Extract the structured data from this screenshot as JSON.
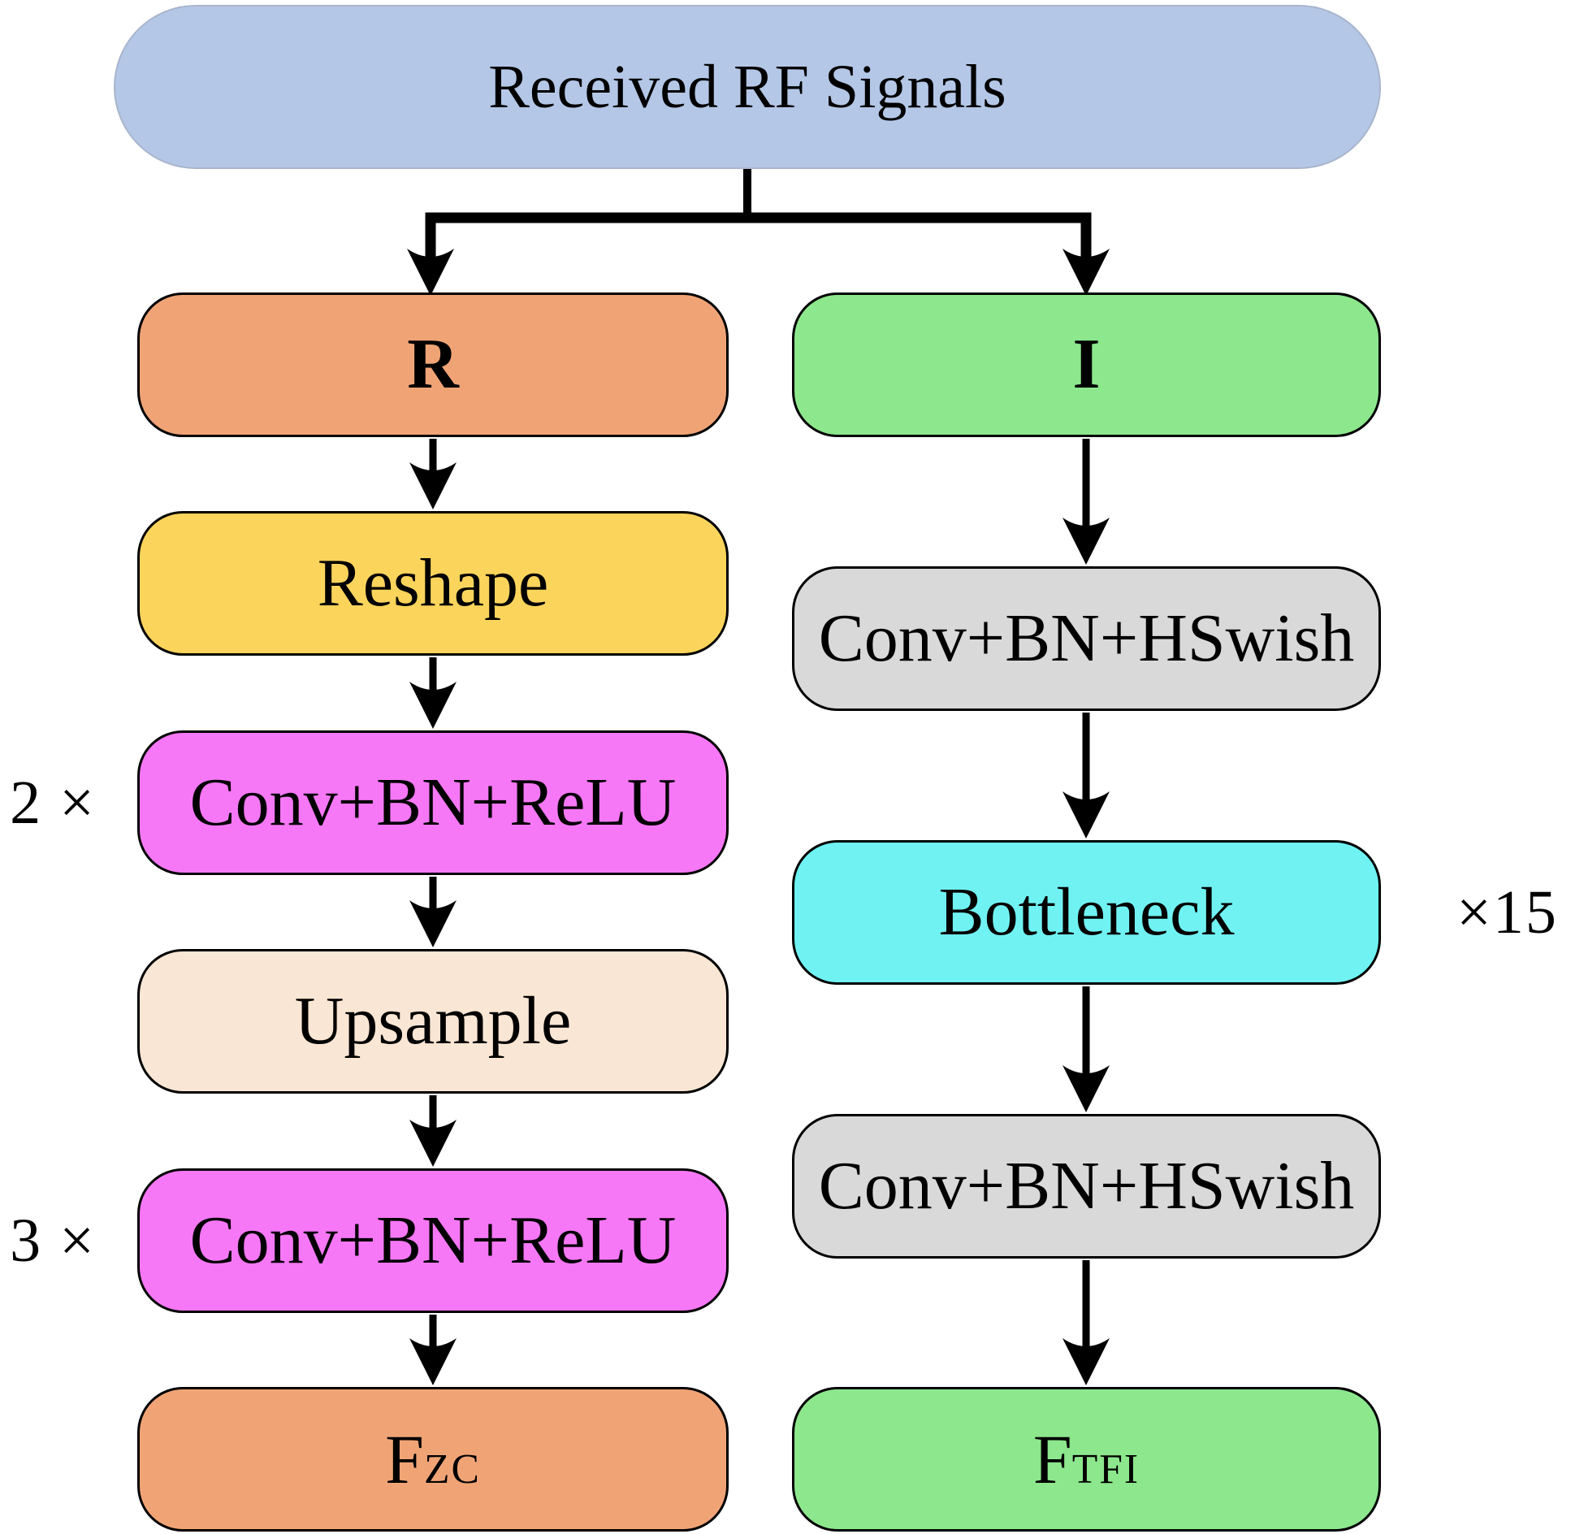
{
  "diagram": {
    "root": {
      "label": "Received RF Signals",
      "fill": "#B4C7E7"
    },
    "left": {
      "nodes": [
        {
          "label": "R",
          "fill": "#F0A476"
        },
        {
          "label": "Reshape",
          "fill": "#FBD45C"
        },
        {
          "label": "Conv+BN+ReLU",
          "fill": "#F678F6"
        },
        {
          "label": "Upsample",
          "fill": "#FAE6D4"
        },
        {
          "label": "Conv+BN+ReLU",
          "fill": "#F678F6"
        },
        {
          "label_main": "F",
          "label_sub": "ZC",
          "fill": "#F0A476"
        }
      ],
      "multipliers": [
        {
          "label": "2 ×"
        },
        {
          "label": "3 ×"
        }
      ]
    },
    "right": {
      "nodes": [
        {
          "label": "I",
          "fill": "#8DE78D"
        },
        {
          "label": "Conv+BN+HSwish",
          "fill": "#D9D9D9"
        },
        {
          "label": "Bottleneck",
          "fill": "#70F2F2"
        },
        {
          "label": "Conv+BN+HSwish",
          "fill": "#D9D9D9"
        },
        {
          "label_main": "F",
          "label_sub": "TFI",
          "fill": "#8DE78D"
        }
      ],
      "multipliers": [
        {
          "label": "×15"
        }
      ]
    },
    "line_color": "#000000"
  }
}
